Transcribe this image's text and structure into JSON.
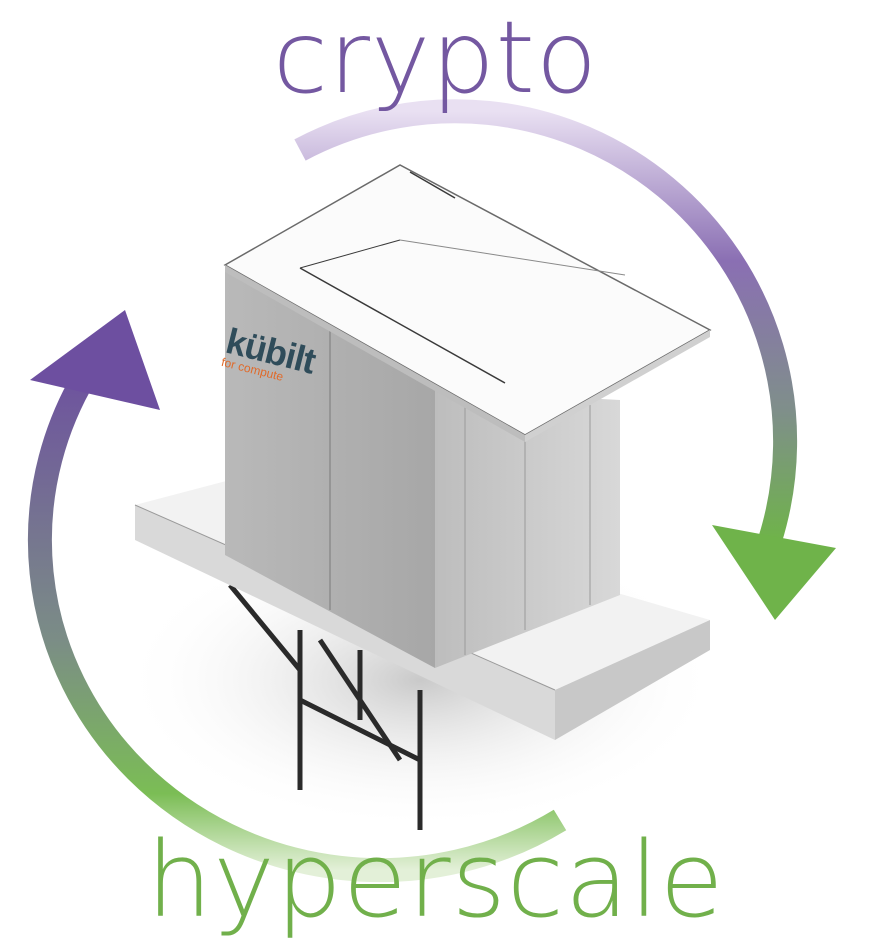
{
  "headline_top": "crypto",
  "headline_bottom": "hyperscale",
  "product": {
    "brand": "kübilt",
    "tagline": "for compute"
  },
  "colors": {
    "crypto_purple": "#7458a1",
    "hyperscale_green": "#71b04b",
    "brand_dark": "#2f4c5a",
    "brand_orange": "#e06a2a"
  },
  "icons": {
    "cycle": "circular-arrows-icon"
  }
}
